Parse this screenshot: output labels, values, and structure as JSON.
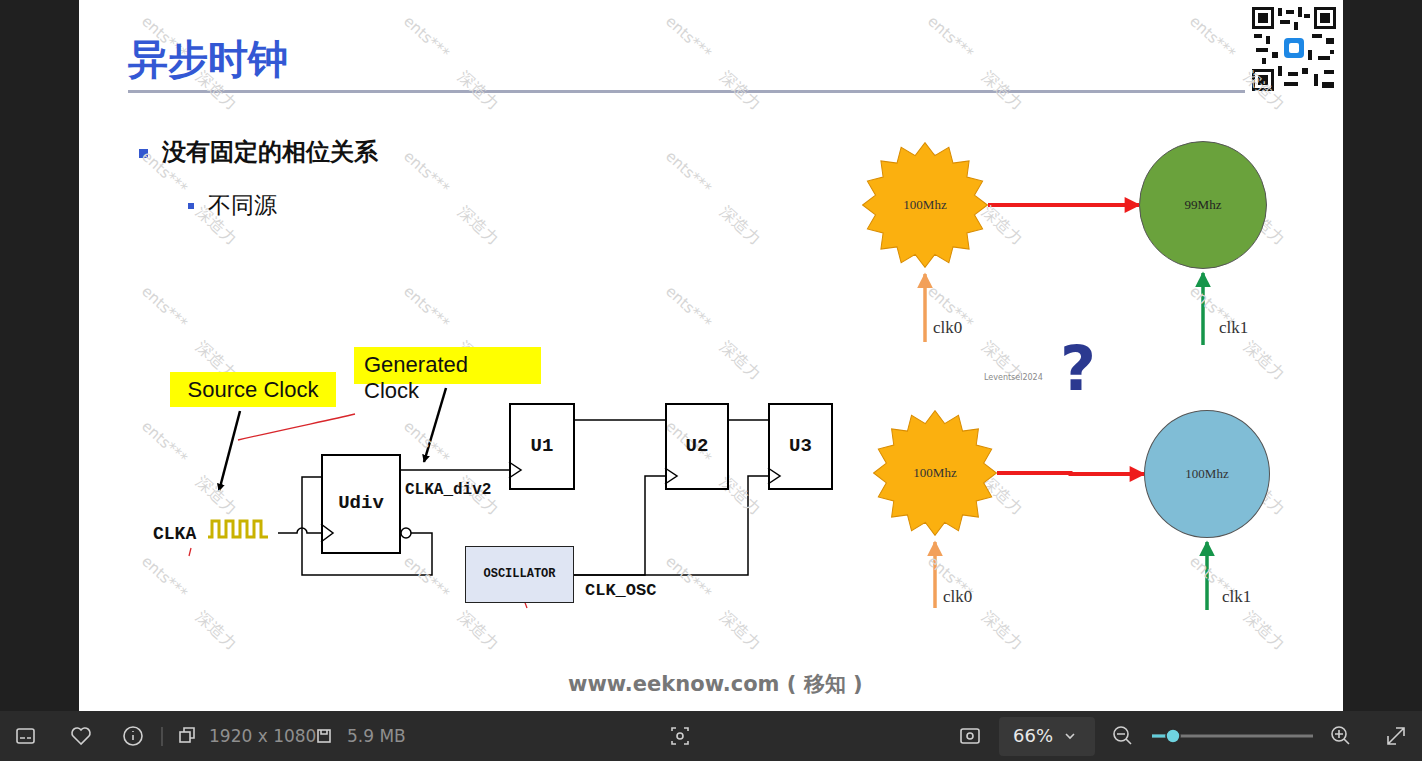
{
  "diagram": {
    "title": "异步时钟",
    "nodes": [
      {
        "text": [
          "Source Clock"
        ]
      },
      {
        "text": [
          "Generated Clock"
        ]
      },
      {
        "text": [
          "Udiv"
        ]
      },
      {
        "text": [
          "U1"
        ]
      },
      {
        "text": [
          "U2"
        ]
      },
      {
        "text": [
          "U3"
        ]
      },
      {
        "text": [
          "OSCILLATOR"
        ]
      },
      {
        "text": [
          "100Mhz"
        ]
      },
      {
        "text": [
          "99Mhz"
        ]
      },
      {
        "text": [
          "100Mhz"
        ]
      },
      {
        "text": [
          "100Mhz"
        ]
      }
    ],
    "edges": [
      {
        "from": 2,
        "to": 3,
        "arrow": "none"
      },
      {
        "from": 3,
        "to": 4,
        "arrow": "none"
      },
      {
        "from": 4,
        "to": 5,
        "arrow": "none"
      },
      {
        "from": 6,
        "to": 4,
        "arrow": "none"
      },
      {
        "from": 6,
        "to": 5,
        "arrow": "none"
      },
      {
        "from": 7,
        "to": 8,
        "arrow": "to"
      },
      {
        "from": 9,
        "to": 10,
        "arrow": "to"
      }
    ],
    "labels": [
      "没有固定的相位关系",
      "不同源",
      "CLKA",
      "CLKA_div2",
      "CLK_OSC",
      "clk0",
      "clk1",
      "?",
      "Leventsel2024",
      "clk0",
      "clk1",
      "www.eeknow.com ( 移知 )",
      "1920 x 1080",
      "5.9 MB",
      "66%",
      "ents***",
      "深造力",
      "ents***",
      "深造力",
      "ents***",
      "深造力",
      "ents***",
      "深造力",
      "ents***",
      "深造力",
      "ents***",
      "深造力",
      "ents***",
      "深造力",
      "ents***",
      "深造力",
      "ents***",
      "深造力",
      "ents***",
      "深造力",
      "ents***",
      "深造力",
      "ents***",
      "深造力",
      "ents***",
      "深造力",
      "ents***",
      "深造力",
      "ents***",
      "深造力",
      "ents***",
      "深造力",
      "ents***",
      "深造力",
      "ents***",
      "深造力",
      "ents***",
      "深造力",
      "ents***",
      "深造力",
      "ents***",
      "深造力",
      "ents***",
      "深造力",
      "ents***",
      "深造力",
      "ents***",
      "深造力",
      "ents***",
      "深造力"
    ]
  }
}
